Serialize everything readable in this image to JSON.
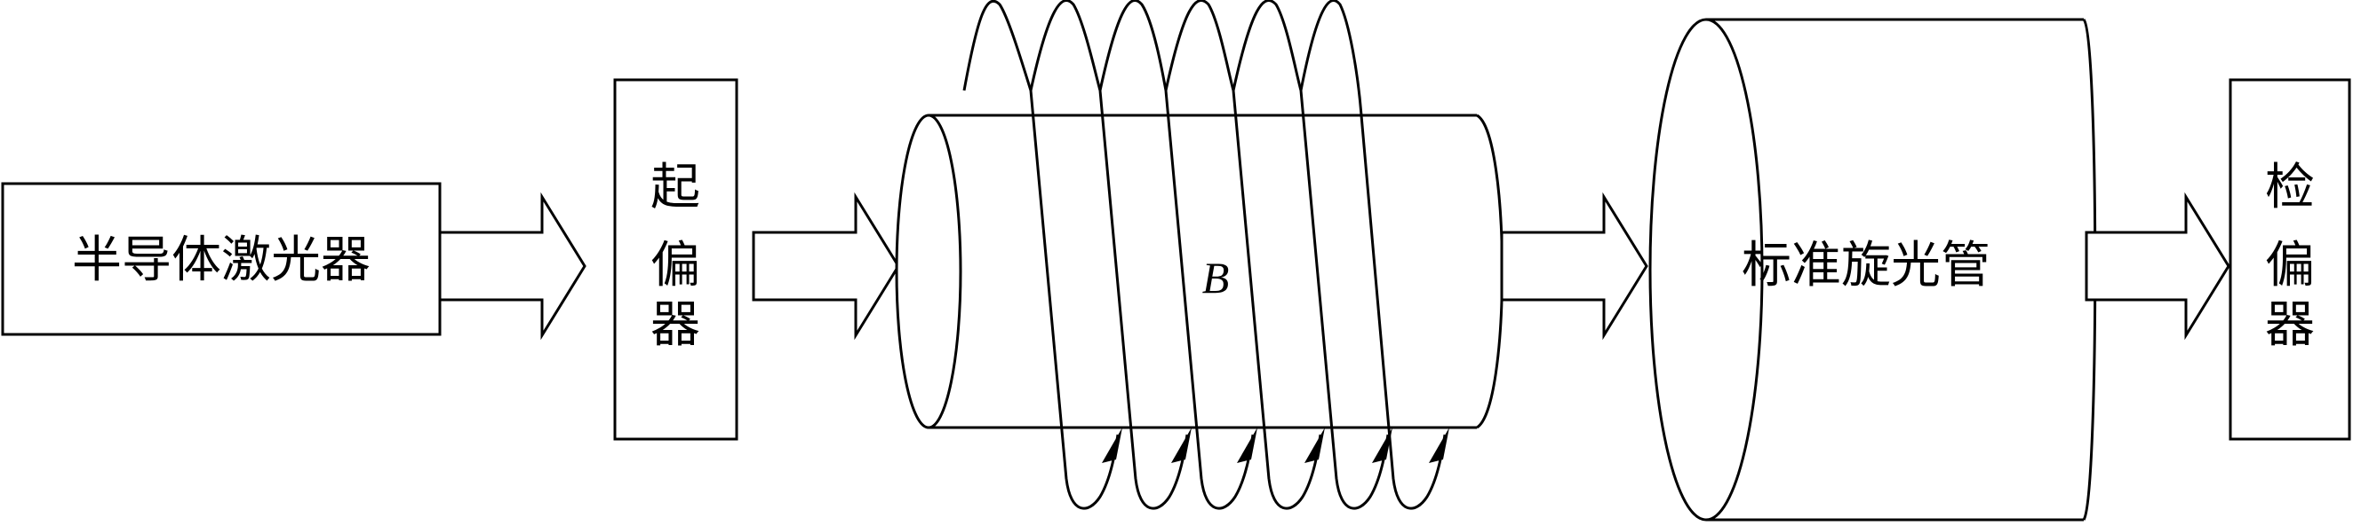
{
  "laser": {
    "label": "半导体激光器"
  },
  "polarizer": {
    "label": "起偏器",
    "chars": [
      "起",
      "偏",
      "器"
    ]
  },
  "solenoid": {
    "field_label": "B"
  },
  "tube": {
    "label": "标准旋光管"
  },
  "analyzer": {
    "label": "检偏器",
    "chars": [
      "检",
      "偏",
      "器"
    ]
  }
}
